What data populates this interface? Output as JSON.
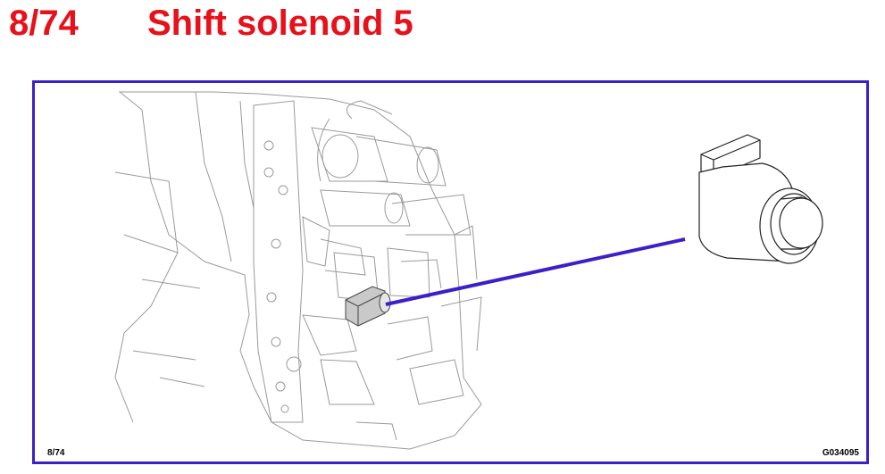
{
  "header": {
    "page_number": "8/74",
    "title": "Shift solenoid 5"
  },
  "figure": {
    "page_ref": "8/74",
    "figure_code": "G034095",
    "leader_color": "#3a20c8",
    "title_color": "#e8101a"
  }
}
